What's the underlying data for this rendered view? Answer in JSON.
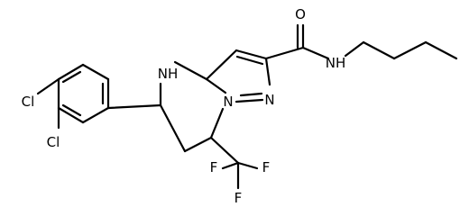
{
  "structure": {
    "atom_labels": {
      "cl_para": "Cl",
      "cl_meta": "Cl",
      "nh_ring": "NH",
      "n_bridge": "N",
      "n_pyrazole": "N",
      "o_carbonyl": "O",
      "nh_amide": "NH",
      "f_top": "F",
      "f_left": "F",
      "f_right": "F"
    },
    "colors": {
      "bond": "#000000",
      "label": "#000000",
      "background": "#ffffff"
    }
  }
}
